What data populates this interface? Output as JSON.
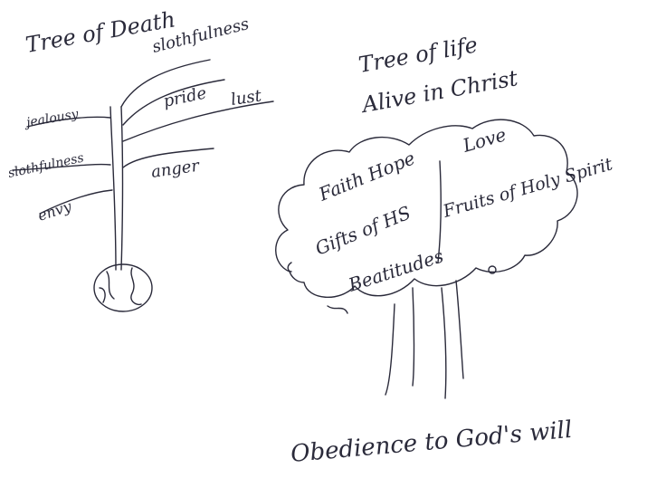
{
  "tree_of_death": {
    "title": "Tree of Death",
    "branches": {
      "slothfulness_top": "slothfulness",
      "pride": "pride",
      "lust": "lust",
      "jealousy": "jealousy",
      "slothfulness_left": "slothfulness",
      "anger": "anger",
      "envy": "envy"
    }
  },
  "tree_of_life": {
    "title": "Tree of life",
    "subtitle": "Alive in Christ",
    "crown": {
      "faith_hope": "Faith Hope",
      "love": "Love",
      "gifts": "Gifts of HS",
      "fruits": "Fruits of Holy Spirit",
      "beatitudes": "Beatitudes"
    },
    "root_caption": "Obedience to God's will"
  }
}
